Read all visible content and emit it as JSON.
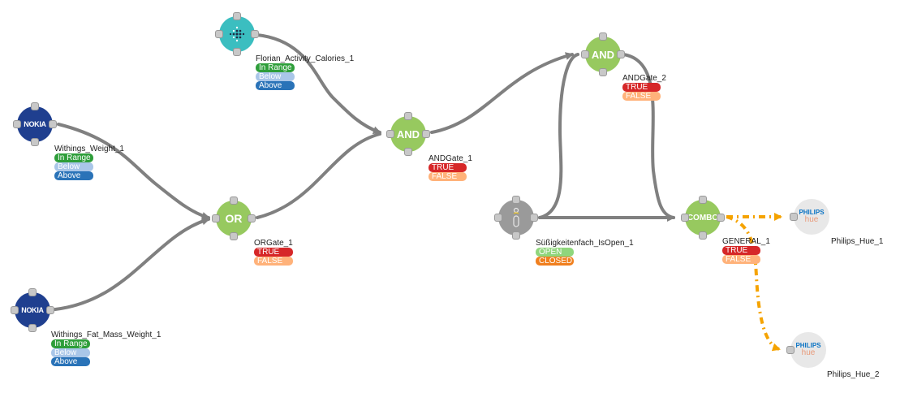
{
  "colors": {
    "gate_green": "#97c95f",
    "fitbit_teal": "#3bbec0",
    "nokia_blue": "#1f3f8f",
    "sensor_gray": "#9a9a9a",
    "hue_bg": "#e8e8e8",
    "edge_gray": "#808080",
    "edge_orange": "#f5a300",
    "in_range": "#2e9e3a",
    "below": "#a9c6e8",
    "above": "#2a73b8",
    "true": "#d62728",
    "false": "#ffb27a",
    "open": "#8fd67c",
    "closed": "#f07f1e"
  },
  "nodes": [
    {
      "id": "fitbit",
      "name": "Florian_Activity_Calories_1",
      "icon": "fitbit-icon",
      "states": [
        "In Range",
        "Below",
        "Above"
      ]
    },
    {
      "id": "weight",
      "name": "Withings_Weight_1",
      "icon": "nokia-icon",
      "logo_text": "NOKIA",
      "states": [
        "In Range",
        "Below",
        "Above"
      ]
    },
    {
      "id": "fatmass",
      "name": "Withings_Fat_Mass_Weight_1",
      "icon": "nokia-icon",
      "logo_text": "NOKIA",
      "states": [
        "In Range",
        "Below",
        "Above"
      ]
    },
    {
      "id": "or",
      "name": "ORGate_1",
      "gate": "OR",
      "states": [
        "TRUE",
        "FALSE"
      ]
    },
    {
      "id": "and1",
      "name": "ANDGate_1",
      "gate": "AND",
      "states": [
        "TRUE",
        "FALSE"
      ]
    },
    {
      "id": "and2",
      "name": "ANDGate_2",
      "gate": "AND",
      "states": [
        "TRUE",
        "FALSE"
      ]
    },
    {
      "id": "door",
      "name": "Süßigkeitenfach_IsOpen_1",
      "icon": "door-sensor-icon",
      "states": [
        "OPEN",
        "CLOSED"
      ]
    },
    {
      "id": "combo",
      "name": "GENERAL_1",
      "gate": "COMBO",
      "states": [
        "TRUE",
        "FALSE"
      ]
    },
    {
      "id": "hue1",
      "name": "Philips_Hue_1",
      "icon": "philips-hue-icon",
      "logo_text": "PHILIPS",
      "logo_sub": "hue"
    },
    {
      "id": "hue2",
      "name": "Philips_Hue_2",
      "icon": "philips-hue-icon",
      "logo_text": "PHILIPS",
      "logo_sub": "hue"
    }
  ],
  "edges": [
    {
      "from": "fitbit",
      "to": "and1",
      "style": "solid"
    },
    {
      "from": "weight",
      "to": "or",
      "style": "solid"
    },
    {
      "from": "fatmass",
      "to": "or",
      "style": "solid"
    },
    {
      "from": "or",
      "to": "and1",
      "style": "solid"
    },
    {
      "from": "and1",
      "to": "and2",
      "style": "solid"
    },
    {
      "from": "door",
      "to": "and2",
      "style": "solid"
    },
    {
      "from": "door",
      "to": "combo",
      "style": "solid"
    },
    {
      "from": "and2",
      "to": "combo",
      "style": "solid"
    },
    {
      "from": "combo",
      "to": "hue1",
      "style": "dashed"
    },
    {
      "from": "combo",
      "to": "hue2",
      "style": "dashed"
    }
  ]
}
